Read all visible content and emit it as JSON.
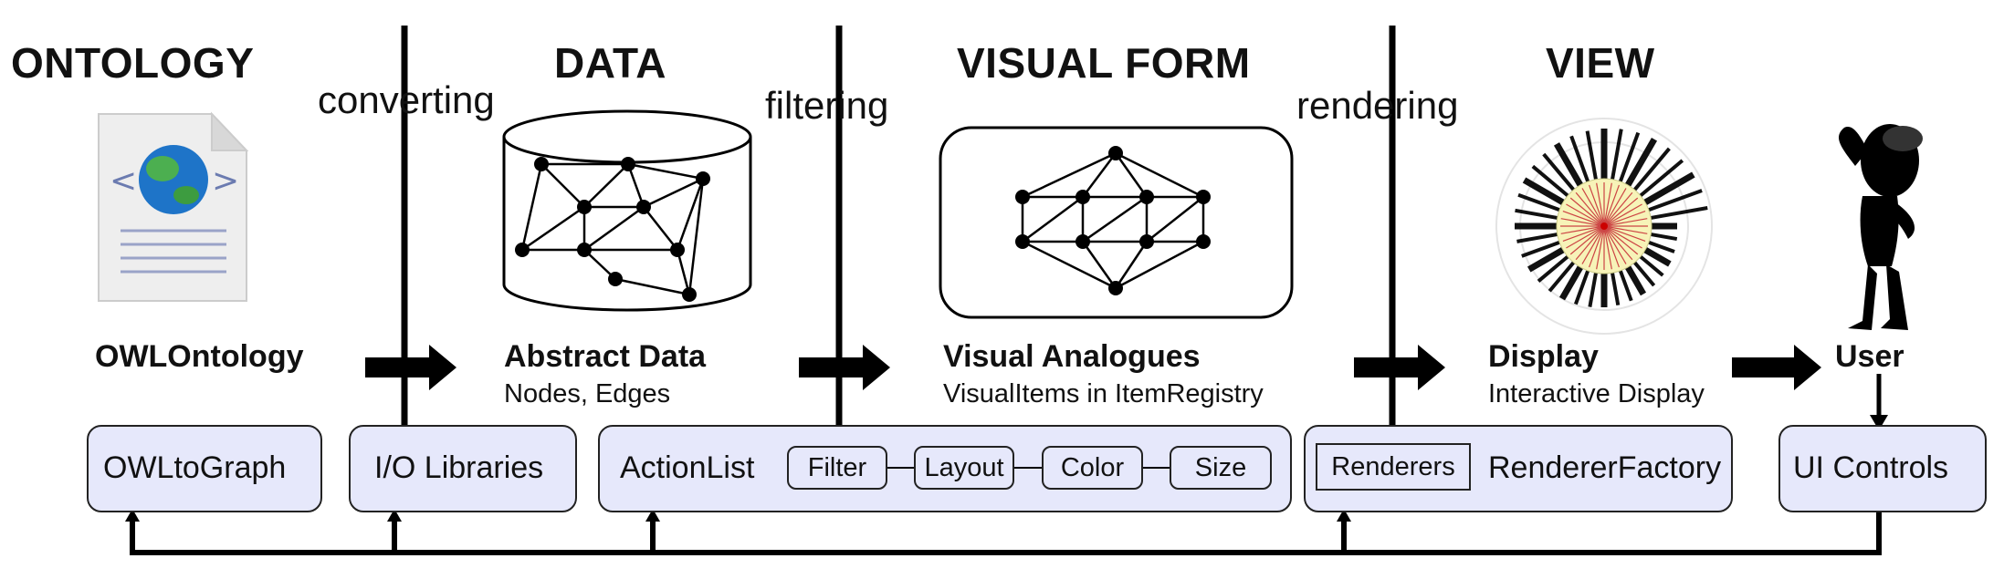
{
  "stages": {
    "ontology": {
      "title": "ONTOLOGY",
      "name": "OWLOntology"
    },
    "data": {
      "title": "DATA",
      "name": "Abstract Data",
      "sub": "Nodes, Edges"
    },
    "visual_form": {
      "title": "VISUAL FORM",
      "name": "Visual Analogues",
      "sub": "VisualItems in ItemRegistry"
    },
    "view": {
      "title": "VIEW",
      "name": "Display",
      "sub": "Interactive Display"
    },
    "user": {
      "name": "User"
    }
  },
  "processes": {
    "converting": "converting",
    "filtering": "filtering",
    "rendering": "rendering"
  },
  "components": {
    "owl_to_graph": "OWLtoGraph",
    "io_libraries": "I/O Libraries",
    "action_list": {
      "label": "ActionList",
      "actions": [
        "Filter",
        "Layout",
        "Color",
        "Size"
      ]
    },
    "renderers": "Renderers",
    "renderer_factory": "RendererFactory",
    "ui_controls": "UI Controls"
  },
  "icons": {
    "ontology_document": "owl-document-globe-icon",
    "abstract_data": "database-cylinder-graph-icon",
    "visual_analogues": "rounded-panel-graph-icon",
    "display": "radial-tree-visualization-icon",
    "user": "thinking-person-silhouette-icon",
    "flow_arrow": "thick-right-arrow-icon"
  },
  "colors": {
    "box_fill": "#e6e8fb",
    "line": "#000000",
    "radial_center": "#f7f3b8"
  }
}
